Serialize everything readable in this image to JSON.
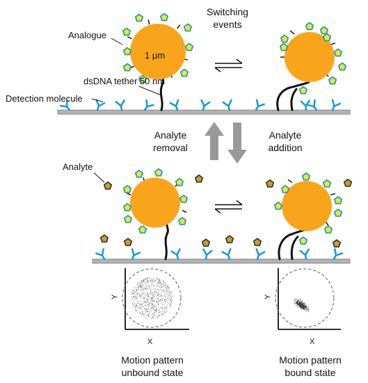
{
  "labels": {
    "analogue": "Analogue",
    "bead_size": "1 µm",
    "tether": "dsDNA tether 50 nm",
    "detection": "Detection molecule",
    "switching_line1": "Switching",
    "switching_line2": "events",
    "analyte": "Analyte",
    "removal_line1": "Analyte",
    "removal_line2": "removal",
    "addition_line1": "Analyte",
    "addition_line2": "addition"
  },
  "panels": [
    {
      "y_axis": "Y",
      "x_axis": "X",
      "caption_line1": "Motion pattern",
      "caption_line2": "unbound state"
    },
    {
      "y_axis": "Y",
      "x_axis": "X",
      "caption_line1": "Motion pattern",
      "caption_line2": "bound state"
    }
  ],
  "colors": {
    "bead": "#f9a51b",
    "analogue_fill": "#f5e61e",
    "analogue_stroke": "#1a9bd7",
    "antibody": "#1a9bd7",
    "analyte_fill": "#c8a028",
    "analyte_stroke": "#3a3a3a",
    "surface": "#b3b3b3",
    "arrow": "#999999"
  },
  "icons": {
    "analogue": "pentagon-icon",
    "detection": "antibody-icon",
    "analyte": "pentagon-icon",
    "switch": "equilibrium-arrows-icon"
  }
}
